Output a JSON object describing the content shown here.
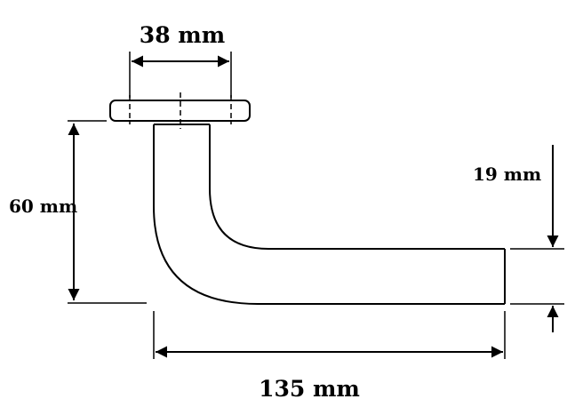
{
  "dimensions": {
    "rose_diameter": "38 mm",
    "height": "60 mm",
    "length": "135 mm",
    "grip_thickness": "19 mm"
  },
  "colors": {
    "line": "#000000",
    "background": "#ffffff"
  }
}
